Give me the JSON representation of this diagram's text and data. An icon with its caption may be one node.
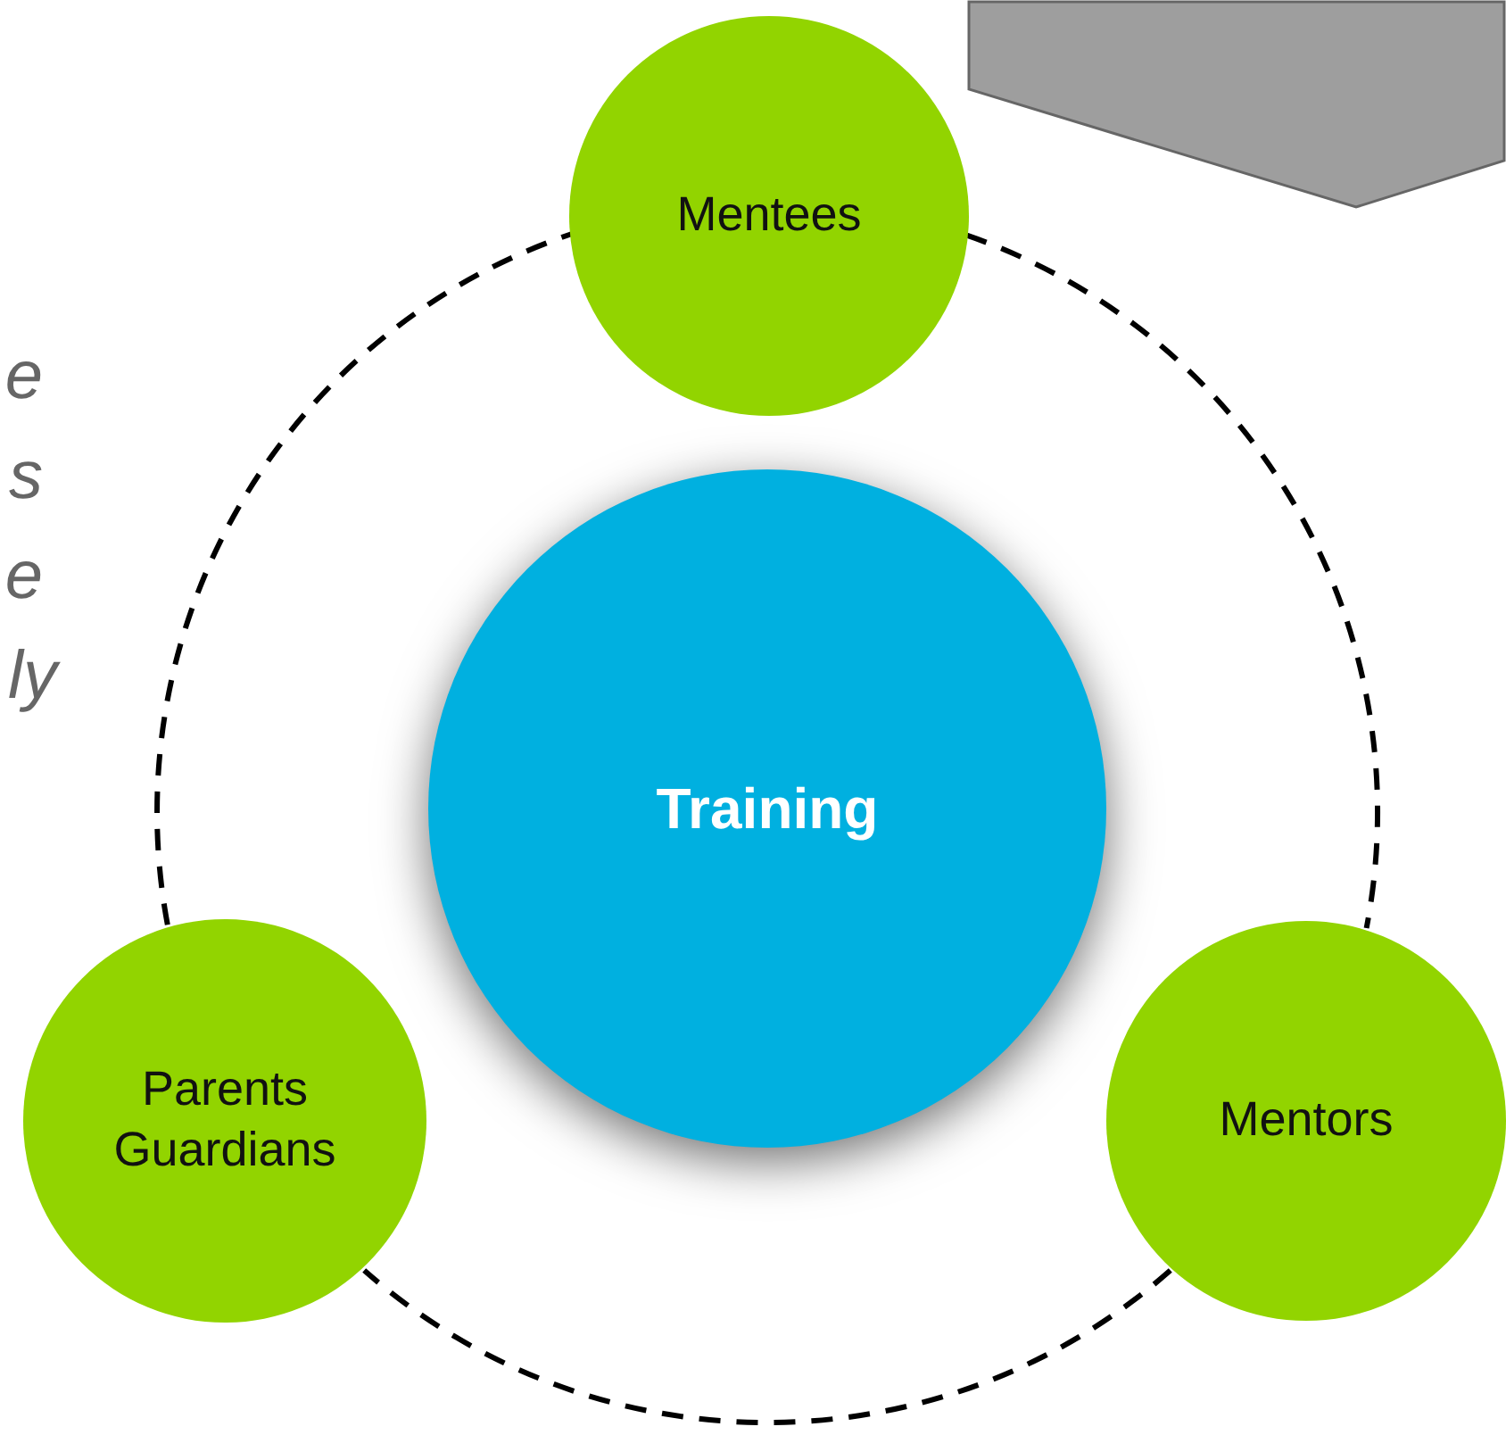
{
  "diagram": {
    "nodes": [
      {
        "text": [
          "Mentees"
        ]
      },
      {
        "text": [
          "Training"
        ]
      },
      {
        "text": [
          "Parents Guardians"
        ]
      },
      {
        "text": [
          "Mentors"
        ]
      },
      {
        "text": [],
        "shape": "pentagon"
      }
    ],
    "edges": [
      {
        "from": 0,
        "to": 3,
        "arrow": "none",
        "style": "dashed"
      },
      {
        "from": 3,
        "to": 2,
        "arrow": "none",
        "style": "dashed"
      },
      {
        "from": 2,
        "to": 0,
        "arrow": "none",
        "style": "dashed"
      }
    ],
    "labels": [
      "e",
      "s",
      "e",
      "ly"
    ]
  }
}
